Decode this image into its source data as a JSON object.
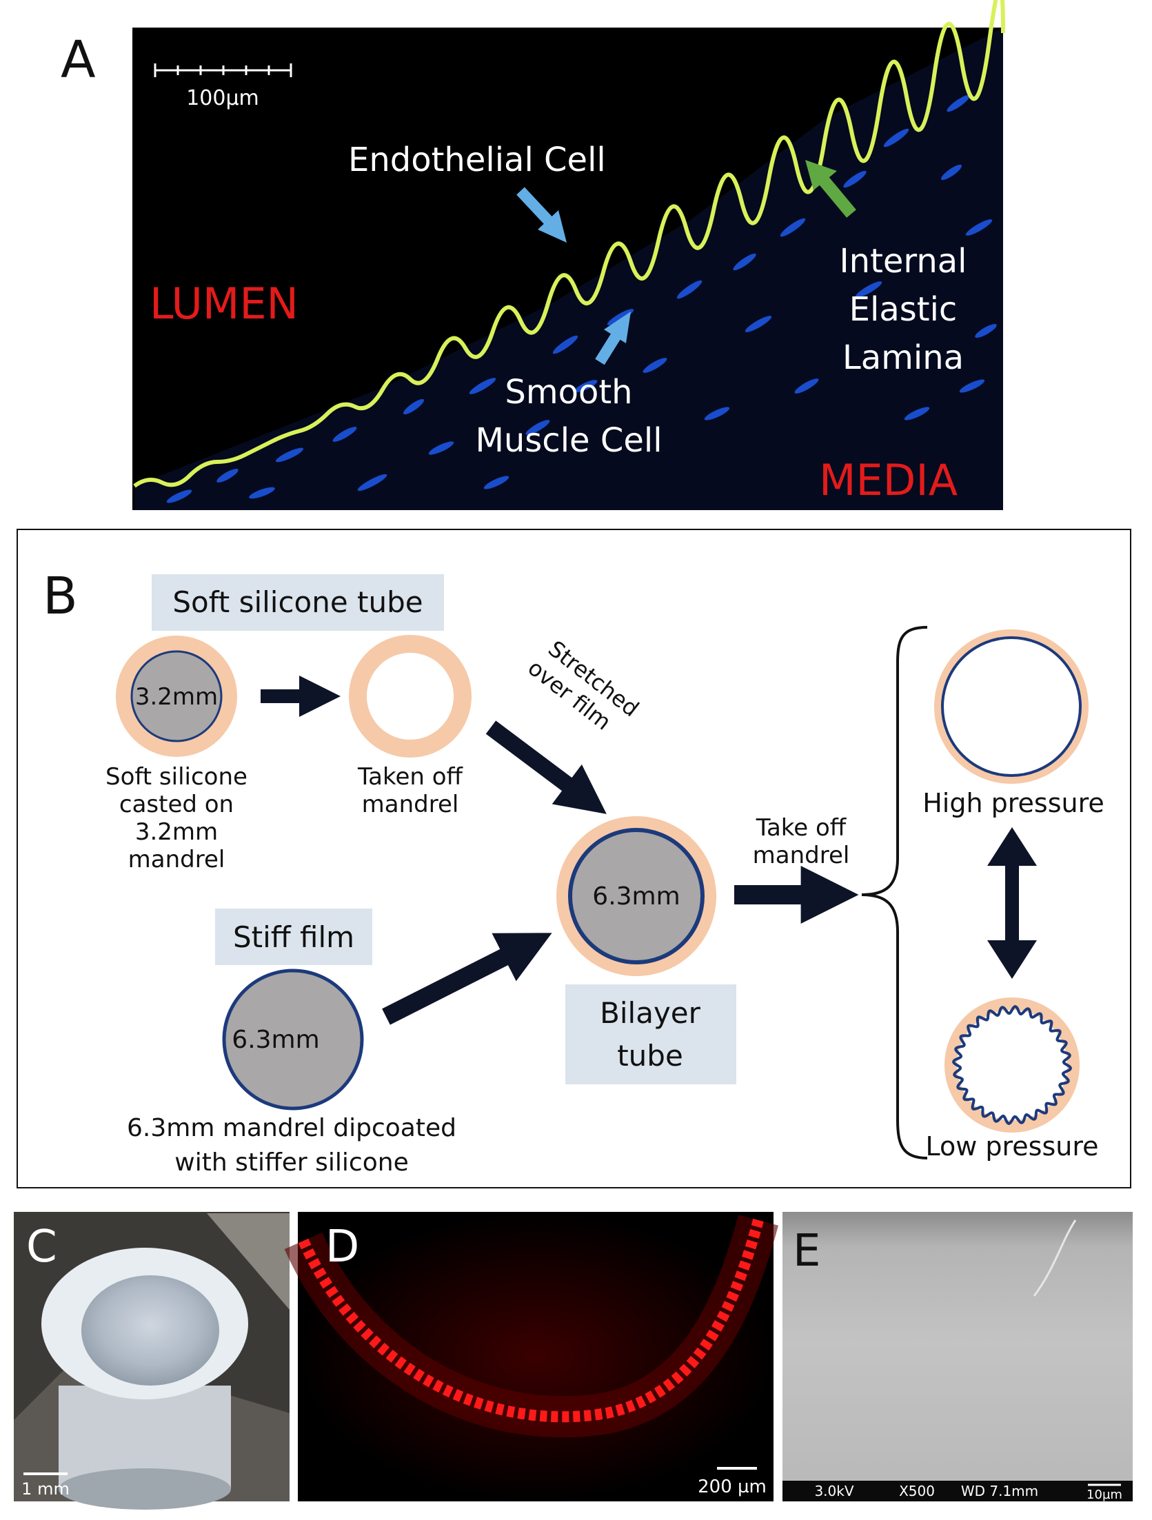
{
  "panel_a": {
    "letter": "A",
    "scale_bar": "100µm",
    "lumen": "LUMEN",
    "media": "MEDIA",
    "endothelial": "Endothelial Cell",
    "smc_line1": "Smooth",
    "smc_line2": "Muscle Cell",
    "iel_line1": "Internal",
    "iel_line2": "Elastic",
    "iel_line3": "Lamina",
    "colors": {
      "label_red": "#e31b1b",
      "arrow_blue": "#64aee6",
      "arrow_green": "#5fa842",
      "lamina": "#d8f15a",
      "nuclei": "#1c55e0"
    }
  },
  "panel_b": {
    "letter": "B",
    "soft_tube_title": "Soft silicone tube",
    "mandrel_small": "3.2mm",
    "cast_l1": "Soft silicone",
    "cast_l2": "casted on",
    "cast_l3": "3.2mm",
    "cast_l4": "mandrel",
    "taken_l1": "Taken off",
    "taken_l2": "mandrel",
    "stretched_l1": "Stretched",
    "stretched_l2": "over film",
    "stiff_title": "Stiff film",
    "mandrel_large": "6.3mm",
    "dip_l1": "6.3mm mandrel dipcoated",
    "dip_l2": "with stiffer silicone",
    "bilayer_l1": "Bilayer",
    "bilayer_l2": "tube",
    "bilayer_size": "6.3mm",
    "takeoff_l1": "Take off",
    "takeoff_l2": "mandrel",
    "high": "High pressure",
    "low": "Low pressure",
    "colors": {
      "ring": "#f6c9a8",
      "core": "#a9a7a7",
      "outline": "#1c3a7c",
      "label_box": "#dbe3ec"
    }
  },
  "panel_c": {
    "letter": "C",
    "scale": "1 mm"
  },
  "panel_d": {
    "letter": "D",
    "scale": "200 µm"
  },
  "panel_e": {
    "letter": "E",
    "kv": "3.0kV",
    "mag": "X500",
    "wd": "WD 7.1mm",
    "scale": "10µm"
  }
}
